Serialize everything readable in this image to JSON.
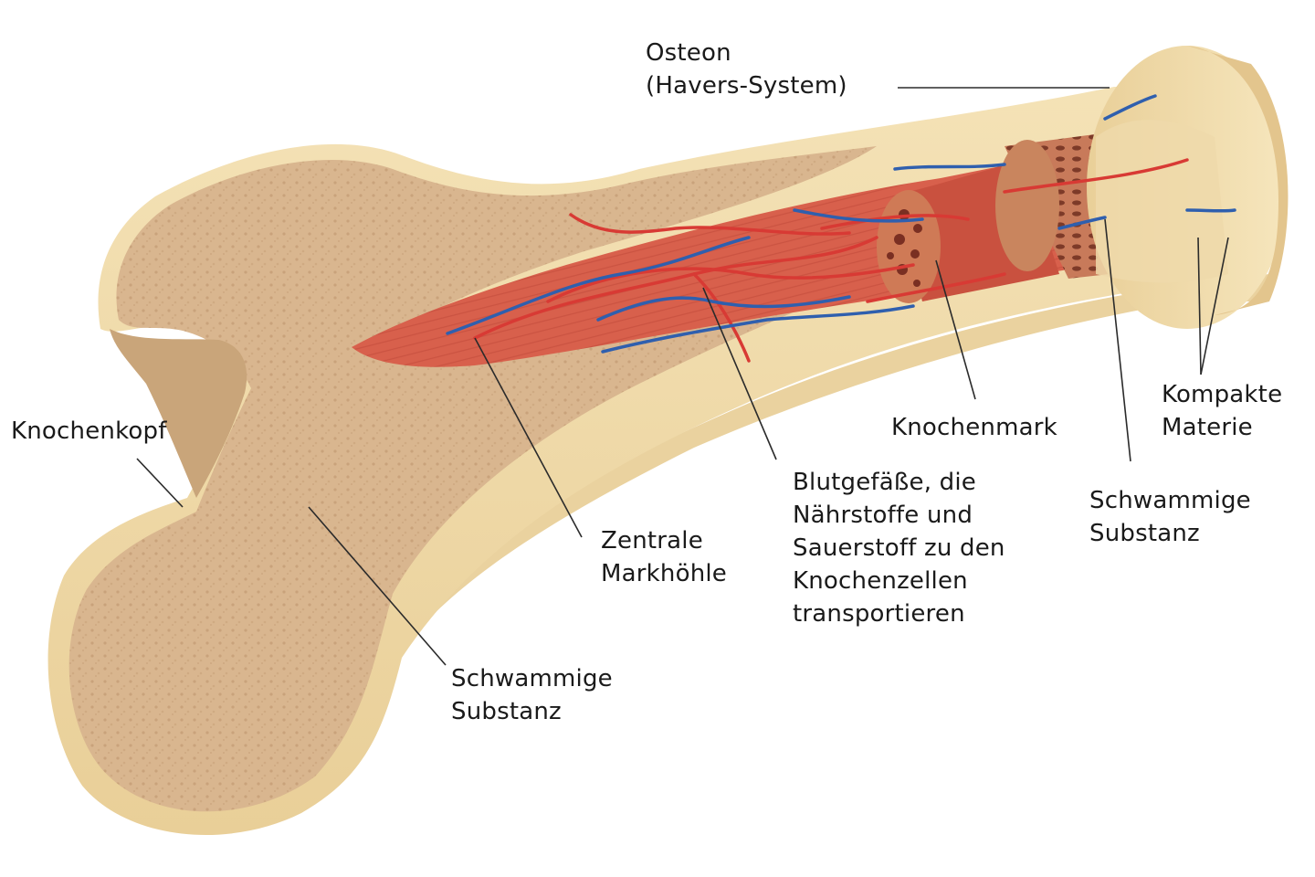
{
  "labels": {
    "osteon": {
      "line1": "Osteon",
      "line2": "(Havers-System)"
    },
    "knochenkopf": {
      "line1": "Knochenkopf"
    },
    "kompakte": {
      "line1": "Kompakte",
      "line2": "Materie"
    },
    "knochenmark": {
      "line1": "Knochenmark"
    },
    "blutgefaesse": {
      "line1": "Blutgefäße, die",
      "line2": "Nährstoffe und",
      "line3": "Sauerstoff zu den",
      "line4": "Knochenzellen",
      "line5": "transportieren"
    },
    "schwammige_rechts": {
      "line1": "Schwammige",
      "line2": "Substanz"
    },
    "zentrale": {
      "line1": "Zentrale",
      "line2": "Markhöhle"
    },
    "schwammige_links": {
      "line1": "Schwammige",
      "line2": "Substanz"
    }
  },
  "colors": {
    "bone_spongy": "#d8b48c",
    "bone_compact": "#f1dcaa",
    "bone_shadow": "#c49e74",
    "marrow": "#d9614f",
    "marrow_dark": "#b8443a",
    "artery": "#d83a34",
    "vein": "#2f5fae",
    "leader": "#2b2b2b"
  }
}
